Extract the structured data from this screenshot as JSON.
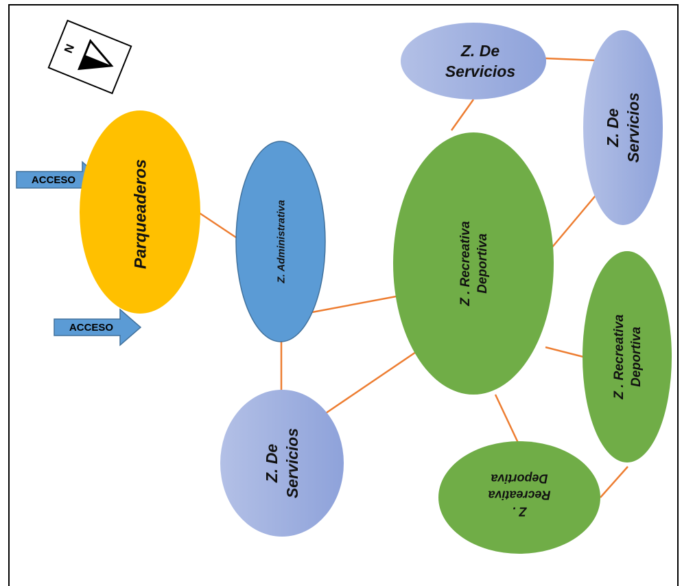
{
  "diagram": {
    "compass": {
      "north_letter": "N"
    },
    "access_arrows": [
      {
        "label": "ACCESO"
      },
      {
        "label": "ACCESO"
      }
    ],
    "zones": {
      "parqueaderos": {
        "lines": [
          "Parqueaderos"
        ],
        "color": "#FFC000"
      },
      "administrativa": {
        "lines": [
          "Z. Administrativa"
        ],
        "color": "#5B9BD5"
      },
      "recreativa_central": {
        "lines": [
          "Z . Recreativa",
          "Deportiva"
        ],
        "color": "#70AD47"
      },
      "servicios_top": {
        "lines": [
          "Z. De",
          "Servicios"
        ],
        "color": "#9AAEDD"
      },
      "servicios_right": {
        "lines": [
          "Z. De",
          "Servicios"
        ],
        "color": "#9AAEDD"
      },
      "servicios_bottom": {
        "lines": [
          "Z. De",
          "Servicios"
        ],
        "color": "#9AAEDD"
      },
      "recreativa_right": {
        "lines": [
          "Z . Recreativa",
          "Deportiva"
        ],
        "color": "#70AD47"
      },
      "recreativa_bottom": {
        "lines": [
          "Z .",
          "Recreativa",
          "Deportiva"
        ],
        "color": "#70AD47"
      }
    },
    "connector_color": "#ED7D31"
  }
}
